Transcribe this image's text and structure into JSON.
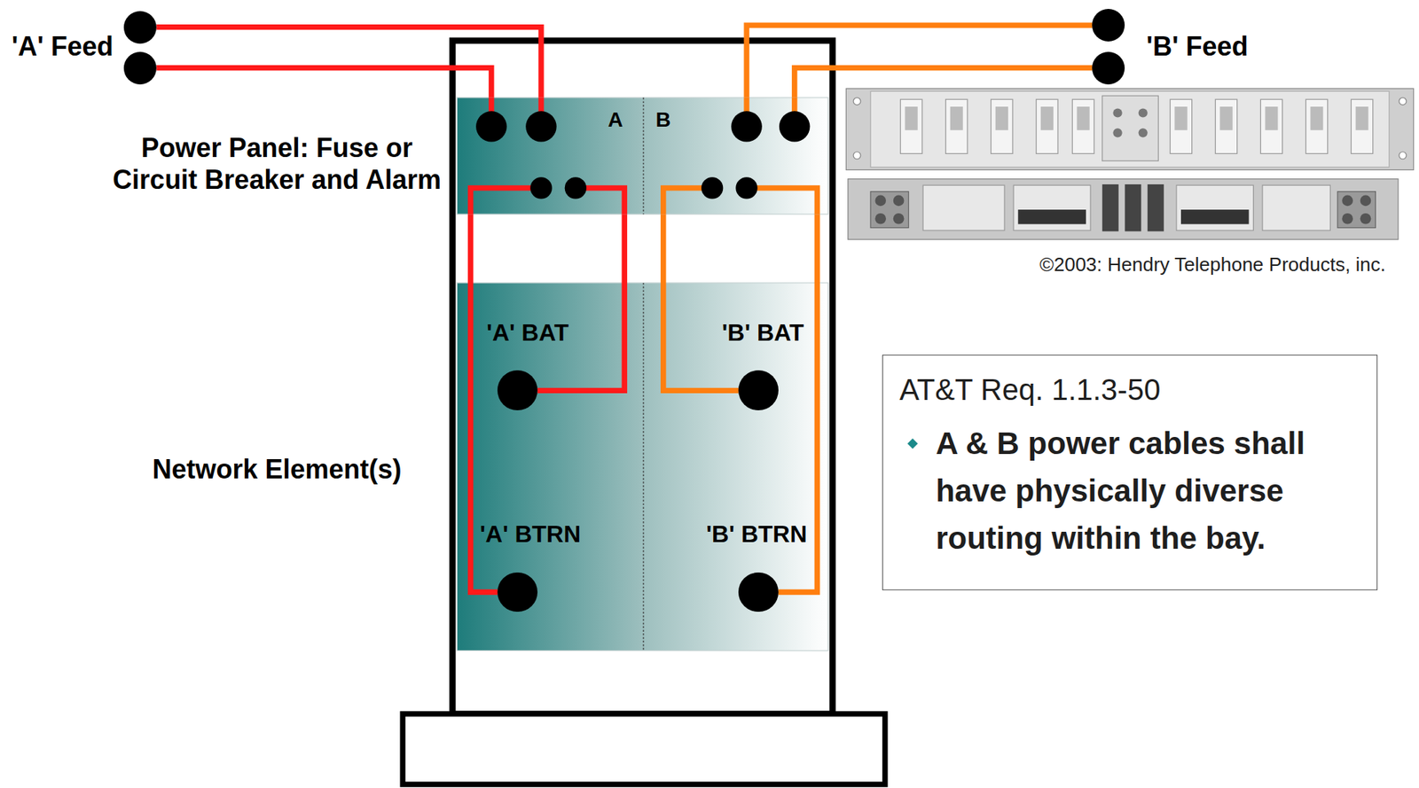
{
  "diagram": {
    "nodes": [
      {
        "text": [
          "'A' Feed"
        ]
      },
      {
        "text": [
          "'B' Feed"
        ]
      },
      {
        "text": [
          "Power Panel: Fuse or Circuit Breaker and Alarm"
        ]
      },
      {
        "text": [
          "A"
        ],
        "in": 2
      },
      {
        "text": [
          "B"
        ],
        "in": 2
      },
      {
        "text": [
          "Network Element(s)"
        ]
      },
      {
        "text": [
          "'A' BAT"
        ],
        "in": 5
      },
      {
        "text": [
          "'B' BAT"
        ],
        "in": 5
      },
      {
        "text": [
          "'A' BTRN"
        ],
        "in": 5
      },
      {
        "text": [
          "'B' BTRN"
        ],
        "in": 5
      },
      {
        "text": [
          "AT&T Req. 1.1.3-50",
          "A & B power cables shall have physically diverse routing within the bay."
        ]
      }
    ],
    "edges": [
      {
        "from": 0,
        "to": 3,
        "arrow": "none"
      },
      {
        "from": 0,
        "to": 3,
        "arrow": "none"
      },
      {
        "from": 1,
        "to": 4,
        "arrow": "none"
      },
      {
        "from": 1,
        "to": 4,
        "arrow": "none"
      },
      {
        "from": 3,
        "to": 6,
        "arrow": "none"
      },
      {
        "from": 3,
        "to": 8,
        "arrow": "none"
      },
      {
        "from": 4,
        "to": 7,
        "arrow": "none"
      },
      {
        "from": 4,
        "to": 9,
        "arrow": "none"
      }
    ],
    "labels": [
      "©2003: Hendry Telephone Products, inc."
    ]
  }
}
